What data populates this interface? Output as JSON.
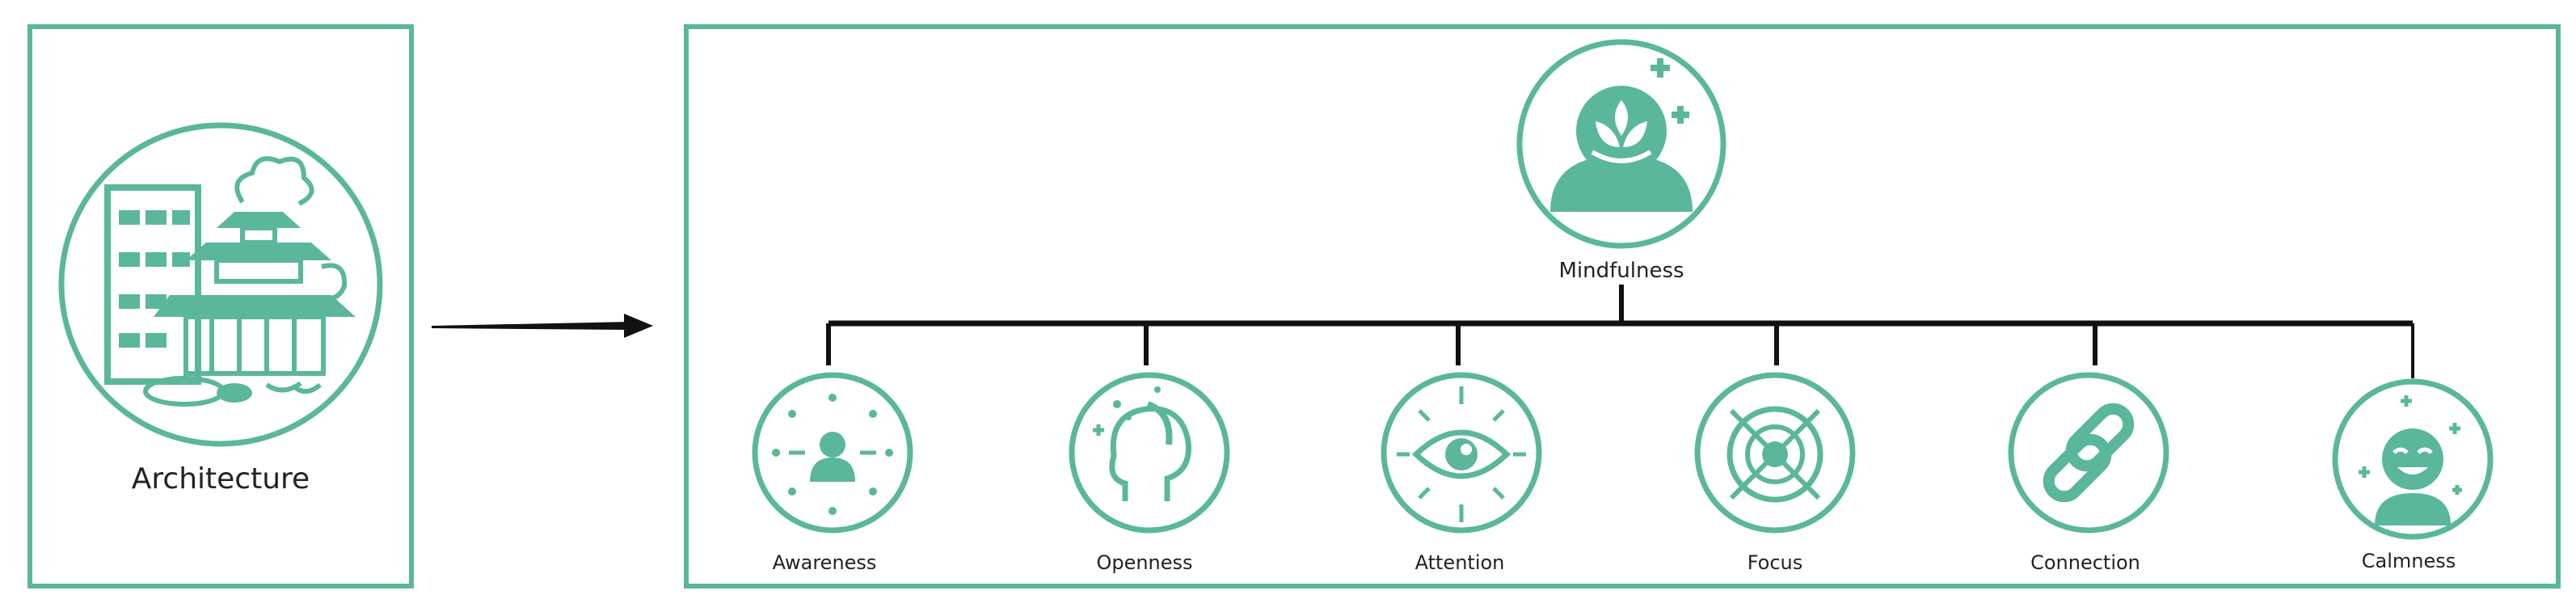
{
  "colors": {
    "accent": "#5bb79b",
    "line": "#111111",
    "text": "#222222"
  },
  "source": {
    "label": "Architecture",
    "icon": "architecture-icon"
  },
  "root": {
    "label": "Mindfulness",
    "icon": "meditating-person-icon"
  },
  "children": [
    {
      "label": "Awareness",
      "icon": "awareness-icon"
    },
    {
      "label": "Openness",
      "icon": "open-mind-icon"
    },
    {
      "label": "Attention",
      "icon": "eye-icon"
    },
    {
      "label": "Focus",
      "icon": "target-icon"
    },
    {
      "label": "Connection",
      "icon": "chain-link-icon"
    },
    {
      "label": "Calmness",
      "icon": "calm-face-icon"
    }
  ]
}
